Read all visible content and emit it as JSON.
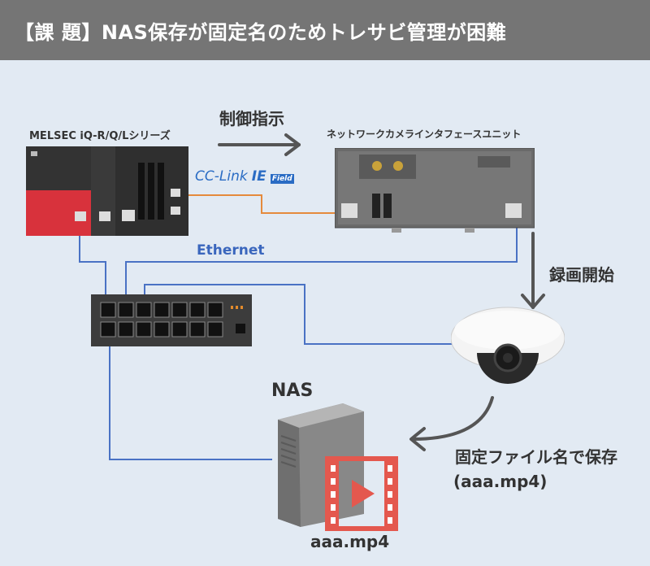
{
  "header": {
    "title": "【課 題】NAS保存が固定名のためトレサビ管理が困難"
  },
  "labels": {
    "plc": "MELSEC iQ-R/Q/Lシリーズ",
    "control": "制御指示",
    "interface_unit": "ネットワークカメラインタフェースユニット",
    "cclink_prefix": "CC-Link",
    "cclink_ie": "IE",
    "cclink_field": "Field",
    "ethernet": "Ethernet",
    "record_start": "録画開始",
    "nas": "NAS",
    "save_line1": "固定ファイル名で保存",
    "save_line2": "(aaa.mp4)",
    "file_name": "aaa.mp4"
  },
  "colors": {
    "header_bg": "#757575",
    "background": "#e2eaf3",
    "ethernet_line": "#4a72c4",
    "cclink_line": "#e58a3c",
    "cclink_logo": "#2a6cc4",
    "arrow": "#555555",
    "video_icon": "#e4584e"
  },
  "icons": [
    "arrow-right-icon",
    "arrow-down-icon",
    "curved-arrow-icon",
    "video-file-icon"
  ]
}
